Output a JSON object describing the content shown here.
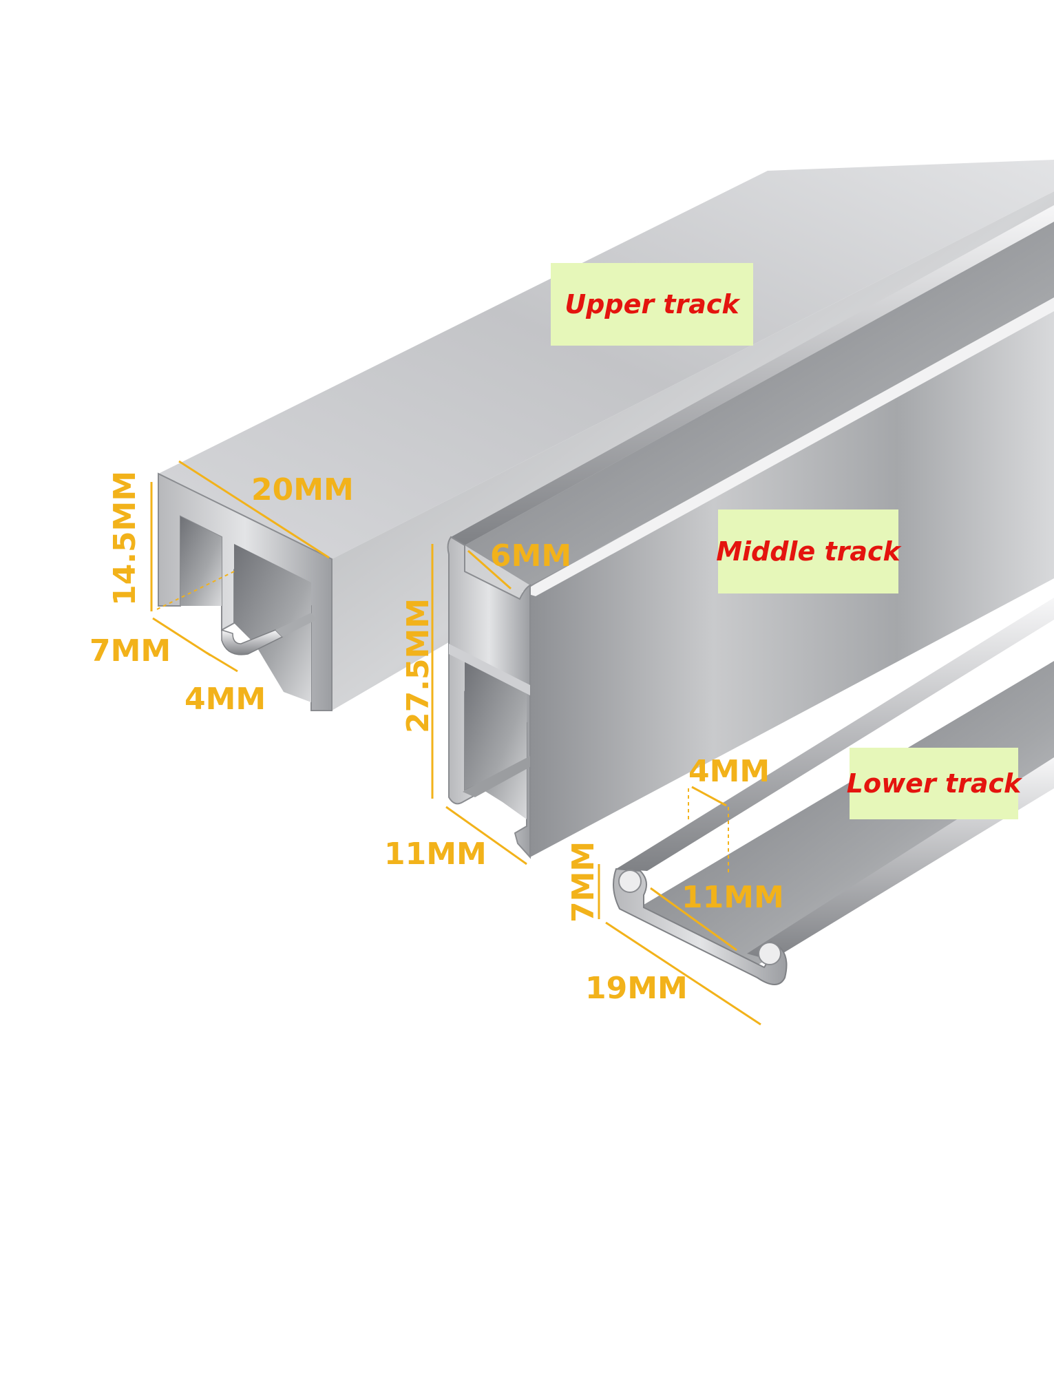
{
  "colors": {
    "dimension": "#f2b21a",
    "label_bg": "#e6f7b9",
    "label_text": "#e4140e",
    "aluminum_light": "#e9e9eb",
    "aluminum_dark": "#7a7c80"
  },
  "labels": {
    "upper": "Upper track",
    "middle": "Middle track",
    "lower": "Lower track"
  },
  "dimensions": {
    "upper_width": "20MM",
    "upper_height": "14.5MM",
    "upper_slot": "7MM",
    "upper_lip": "4MM",
    "middle_gap": "6MM",
    "middle_height": "27.5MM",
    "middle_width": "11MM",
    "lower_lip": "4MM",
    "lower_height": "7MM",
    "lower_inner": "11MM",
    "lower_width": "19MM"
  }
}
